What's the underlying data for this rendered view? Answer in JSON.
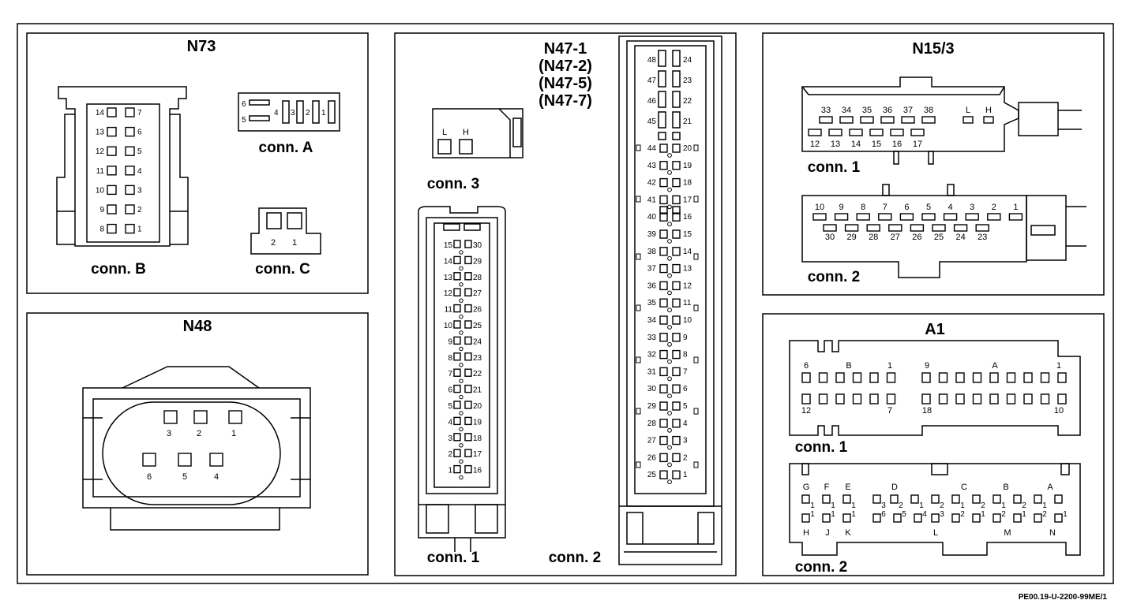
{
  "panels": {
    "n73": {
      "title": "N73",
      "conn_b": {
        "label": "conn. B",
        "left_pins": [
          "14",
          "13",
          "12",
          "11",
          "10",
          "9",
          "8"
        ],
        "right_pins": [
          "7",
          "6",
          "5",
          "4",
          "3",
          "2",
          "1"
        ]
      },
      "conn_a": {
        "label": "conn. A",
        "pins": [
          "6",
          "5",
          "4",
          "3",
          "2",
          "1"
        ]
      },
      "conn_c": {
        "label": "conn. C",
        "pins": [
          "2",
          "1"
        ]
      }
    },
    "n48": {
      "title": "N48",
      "top_pins": [
        "3",
        "2",
        "1"
      ],
      "bottom_pins": [
        "6",
        "5",
        "4"
      ]
    },
    "n47": {
      "title_lines": [
        "N47-1",
        "(N47-2)",
        "(N47-5)",
        "(N47-7)"
      ],
      "conn3": {
        "label": "conn. 3",
        "pins": [
          "L",
          "H"
        ]
      },
      "conn1": {
        "label": "conn. 1",
        "left_pins": [
          "15",
          "14",
          "13",
          "12",
          "11",
          "10",
          "9",
          "8",
          "7",
          "6",
          "5",
          "4",
          "3",
          "2",
          "1"
        ],
        "right_pins": [
          "30",
          "29",
          "28",
          "27",
          "26",
          "25",
          "24",
          "23",
          "22",
          "21",
          "20",
          "19",
          "18",
          "17",
          "16"
        ]
      },
      "conn2": {
        "label": "conn. 2",
        "left_pins": [
          "48",
          "47",
          "46",
          "45",
          "44",
          "43",
          "42",
          "41",
          "40",
          "39",
          "38",
          "37",
          "36",
          "35",
          "34",
          "33",
          "32",
          "31",
          "30",
          "29",
          "28",
          "27",
          "26",
          "25"
        ],
        "right_pins": [
          "24",
          "23",
          "22",
          "21",
          "20",
          "19",
          "18",
          "17",
          "16",
          "15",
          "14",
          "13",
          "12",
          "11",
          "10",
          "9",
          "8",
          "7",
          "6",
          "5",
          "4",
          "3",
          "2",
          "1"
        ]
      }
    },
    "n15": {
      "title": "N15/3",
      "conn1": {
        "label": "conn. 1",
        "top_pins": [
          "33",
          "34",
          "35",
          "36",
          "37",
          "38"
        ],
        "bottom_pins": [
          "12",
          "13",
          "14",
          "15",
          "16",
          "17"
        ],
        "lh": [
          "L",
          "H"
        ]
      },
      "conn2": {
        "label": "conn. 2",
        "top_pins": [
          "10",
          "9",
          "8",
          "7",
          "6",
          "5",
          "4",
          "3",
          "2",
          "1"
        ],
        "bottom_pins": [
          "30",
          "29",
          "28",
          "27",
          "26",
          "25",
          "24",
          "23"
        ]
      }
    },
    "a1": {
      "title": "A1",
      "conn1": {
        "label": "conn. 1",
        "left_top": [
          "6",
          "B",
          "1"
        ],
        "left_bottom": [
          "12",
          "7"
        ],
        "right_top": [
          "9",
          "A",
          "1"
        ],
        "right_bottom": [
          "18",
          "10"
        ]
      },
      "conn2": {
        "label": "conn. 2",
        "top_letters": [
          "G",
          "F",
          "E",
          "D",
          "C",
          "B",
          "A"
        ],
        "bottom_letters": [
          "H",
          "J",
          "K",
          "L",
          "M",
          "N"
        ],
        "row1_subs": [
          "1",
          "1",
          "1",
          "3",
          "2",
          "1",
          "2",
          "1",
          "2",
          "1",
          "2",
          "1"
        ],
        "row2_sups": [
          "1",
          "1",
          "1",
          "6",
          "5",
          "4",
          "3",
          "2",
          "1",
          "2",
          "1",
          "2",
          "1"
        ]
      }
    }
  },
  "footer": {
    "code": "PE00.19-U-2200-99ME/1"
  }
}
